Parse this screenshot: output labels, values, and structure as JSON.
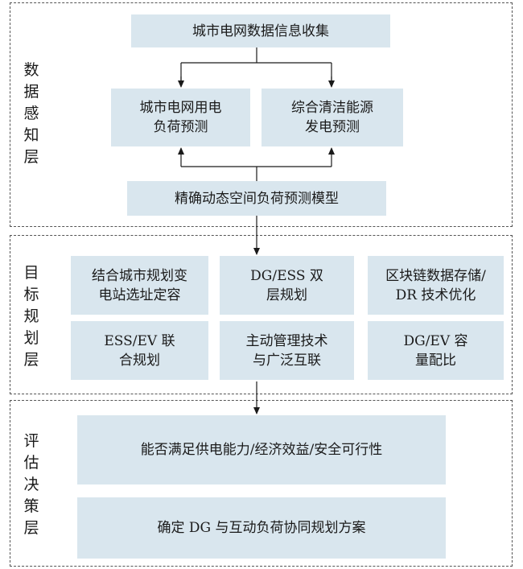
{
  "layers": {
    "perception": {
      "label": "数据感知层",
      "collect": "城市电网数据信息收集",
      "load_forecast": [
        "城市电网用电",
        "负荷预测"
      ],
      "clean_forecast": [
        "综合清洁能源",
        "发电预测"
      ],
      "model": "精确动态空间负荷预测模型"
    },
    "planning": {
      "label": "目标规划层",
      "items": [
        [
          "结合城市规划变",
          "电站选址定容"
        ],
        [
          "DG/ESS 双",
          "层规划"
        ],
        [
          "区块链数据存储/",
          "DR 技术优化"
        ],
        [
          "ESS/EV 联",
          "合规划"
        ],
        [
          "主动管理技术",
          "与广泛互联"
        ],
        [
          "DG/EV 容",
          "量配比"
        ]
      ]
    },
    "evaluation": {
      "label": "评估决策层",
      "check": "能否满足供电能力/经济效益/安全可行性",
      "plan": "确定 DG 与互动负荷协同规划方案"
    }
  }
}
